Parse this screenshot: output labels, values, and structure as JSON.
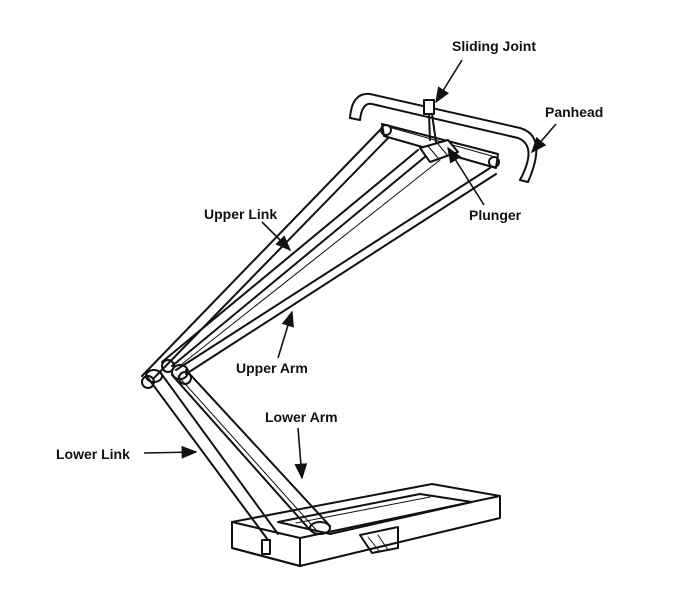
{
  "labels": {
    "sliding_joint": "Sliding Joint",
    "panhead": "Panhead",
    "plunger": "Plunger",
    "upper_link": "Upper Link",
    "upper_arm": "Upper Arm",
    "lower_arm": "Lower Arm",
    "lower_link": "Lower Link"
  },
  "colors": {
    "ink": "#111111",
    "background": "#ffffff"
  }
}
